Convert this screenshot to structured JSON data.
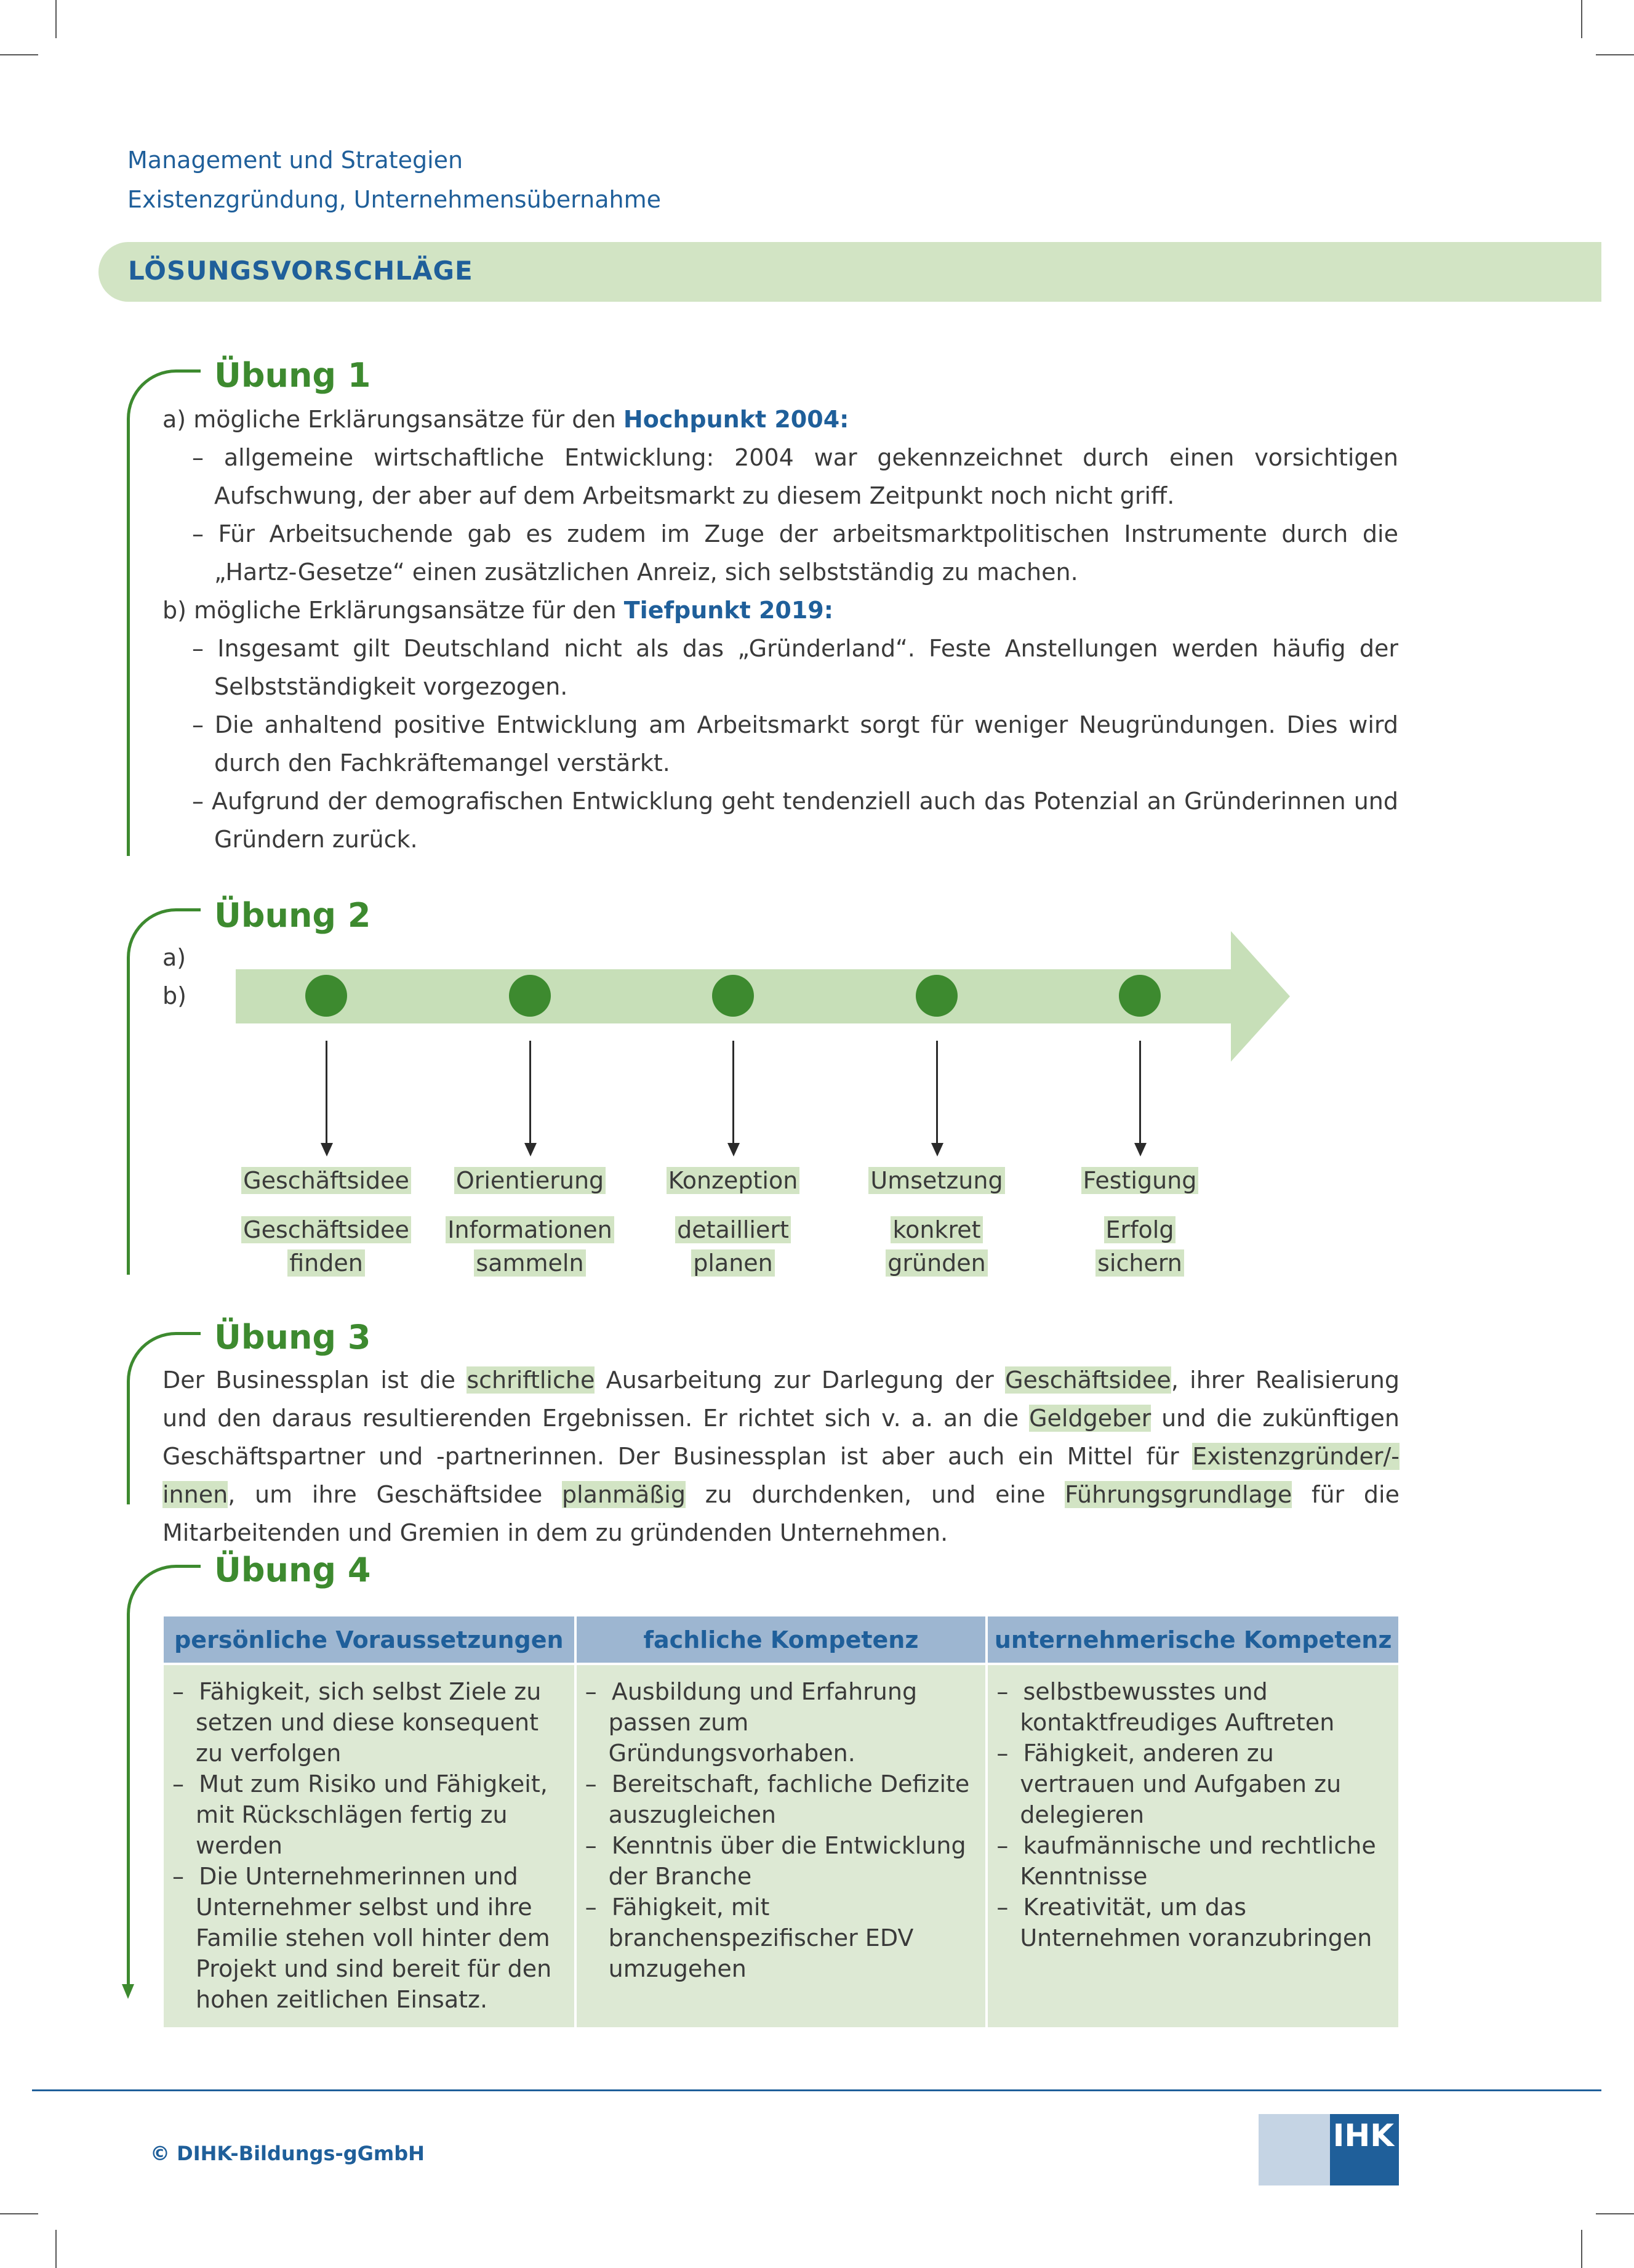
{
  "header": {
    "line1": "Management und Strategien",
    "line2": "Existenzgründung, Unternehmensübernahme"
  },
  "banner": "LÖSUNGSVORSCHLÄGE",
  "ex1": {
    "title": "Übung 1",
    "a_prefix": "a) mögliche Erklärungsansätze für den ",
    "a_highlight": "Hochpunkt 2004:",
    "a_items": [
      "allgemeine wirtschaftliche Entwicklung: 2004 war gekennzeichnet durch einen vorsichtigen Aufschwung, der aber auf dem Arbeitsmarkt zu diesem Zeitpunkt noch nicht griff.",
      "Für Arbeitsuchende gab es zudem im Zuge der arbeitsmarktpolitischen Instrumente durch die „Hartz-Gesetze“ einen zusätzlichen Anreiz, sich selbstständig zu machen."
    ],
    "b_prefix": "b) mögliche Erklärungsansätze für den ",
    "b_highlight": "Tiefpunkt 2019:",
    "b_items": [
      "Insgesamt gilt Deutschland nicht als das „Gründerland“. Feste Anstellungen werden häufig der Selbstständigkeit vorgezogen.",
      "Die anhaltend positive Entwicklung am Arbeitsmarkt sorgt für weniger Neugründungen. Dies wird durch den Fachkräftemangel verstärkt.",
      "Aufgrund der demografischen Entwicklung geht tendenziell auch das Potenzial an Gründerinnen und Gründern zurück."
    ]
  },
  "ex2": {
    "title": "Übung 2",
    "label_a": "a)",
    "label_b": "b)",
    "stages": [
      {
        "name": "Geschäftsidee",
        "act1": "Geschäftsidee",
        "act2": "finden"
      },
      {
        "name": "Orientierung",
        "act1": "Informationen",
        "act2": "sammeln"
      },
      {
        "name": "Konzeption",
        "act1": "detailliert",
        "act2": "planen"
      },
      {
        "name": "Umsetzung",
        "act1": "konkret",
        "act2": "gründen"
      },
      {
        "name": "Festigung",
        "act1": "Erfolg",
        "act2": "sichern"
      }
    ]
  },
  "ex3": {
    "title": "Übung 3",
    "t1": "Der Businessplan ist die ",
    "m1": "schriftliche",
    "t2": " Ausarbeitung zur Darlegung der ",
    "m2": "Geschäftsidee",
    "t3": ", ihrer Realisierung und den daraus resultierenden Ergebnissen. Er richtet sich v. a. an die ",
    "m3": "Geldgeber",
    "t4": " und die zukünftigen Geschäftspartner und -partnerinnen. Der Businessplan ist aber auch ein Mittel für ",
    "m4": "Existenzgründer/-innen",
    "t5": ", um ihre Geschäftsidee ",
    "m5": "planmäßig",
    "t6": " zu durchdenken, und eine ",
    "m6": "Führungsgrundlage",
    "t7": " für die Mitarbeitenden und Gremien in dem zu gründenden Unternehmen."
  },
  "ex4": {
    "title": "Übung 4",
    "headers": [
      "persönliche Voraussetzungen",
      "fachliche Kompetenz",
      "unternehmerische Kompetenz"
    ],
    "col1": [
      "Fähigkeit, sich selbst Ziele zu setzen und diese konsequent zu verfolgen",
      "Mut zum Risiko und Fähigkeit, mit Rückschlägen fertig zu werden",
      "Die Unternehmerinnen und Unternehmer selbst und ihre Familie stehen voll hinter dem Projekt und sind bereit für den hohen zeitlichen Einsatz."
    ],
    "col2": [
      "Ausbildung und Erfahrung passen zum Gründungsvorhaben.",
      "Bereitschaft, fachliche Defizite auszugleichen",
      "Kenntnis über die Entwicklung der Branche",
      "Fähigkeit, mit branchenspezifischer EDV umzugehen"
    ],
    "col3": [
      "selbstbewusstes und kontaktfreudiges Auftreten",
      "Fähigkeit, anderen zu vertrauen und Aufgaben zu delegieren",
      "kaufmännische und rechtliche Kenntnisse",
      "Kreativität, um das Unternehmen voranzubringen"
    ]
  },
  "dash": "–",
  "footer": {
    "copyright": "© DIHK-Bildungs-gGmbH",
    "logo": "IHK"
  },
  "colors": {
    "blue": "#1f5f9a",
    "green": "#3d8a2f",
    "light_green": "#d2e4c4",
    "header_blue": "#9db6d1"
  }
}
